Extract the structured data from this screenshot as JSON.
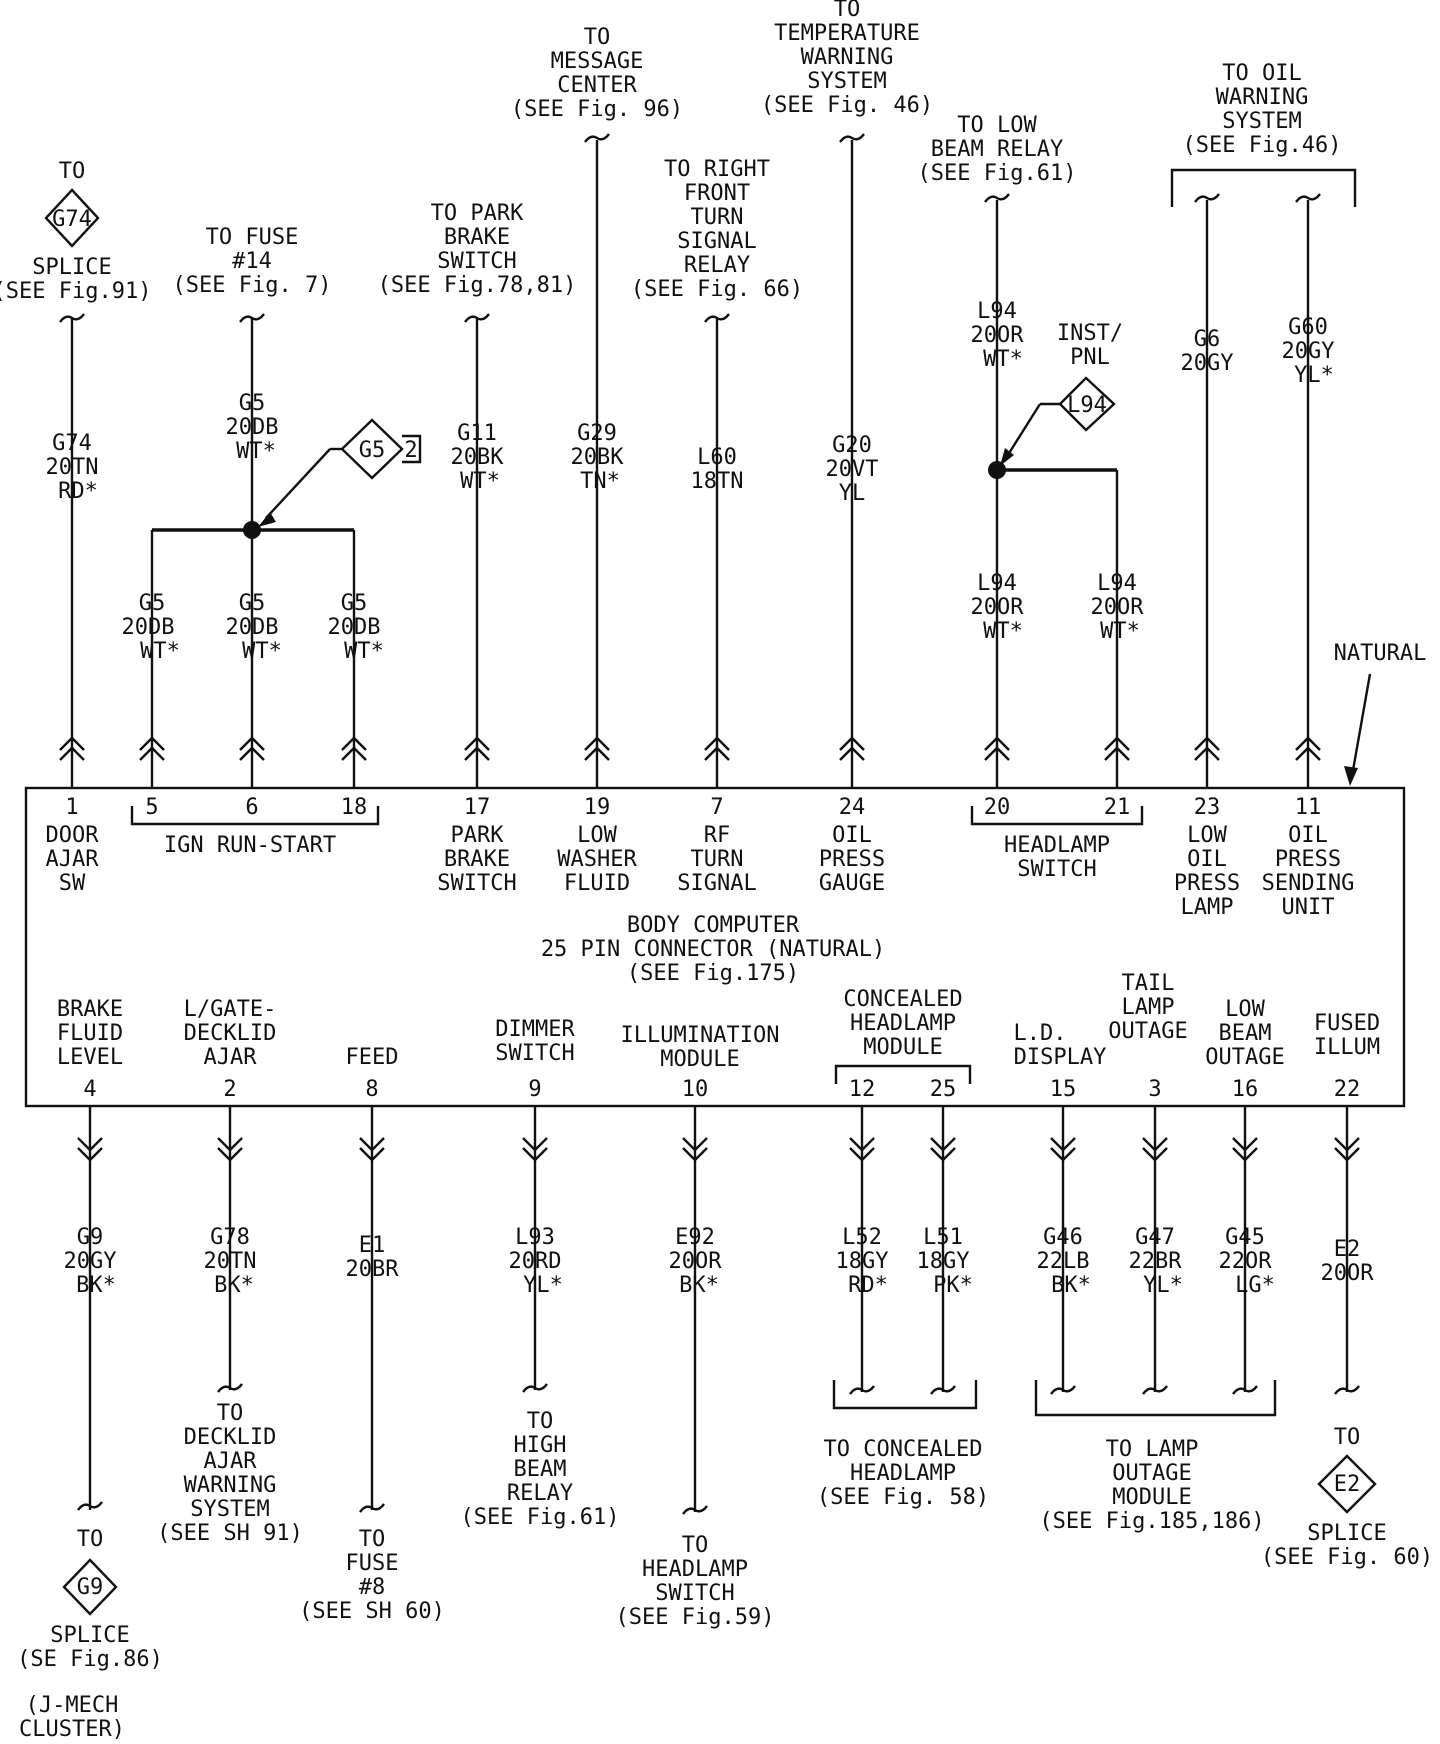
{
  "top_destinations": [
    {
      "id": "g74",
      "lines": [
        "TO"
      ],
      "diamond": "G74",
      "after": [
        "SPLICE",
        "(SEE Fig.91)"
      ]
    },
    {
      "id": "fuse14",
      "lines": [
        "TO FUSE",
        "#14",
        "(SEE Fig. 7)"
      ]
    },
    {
      "id": "park-brake",
      "lines": [
        "TO PARK",
        "BRAKE",
        "SWITCH",
        "(SEE  Fig.78,81)"
      ]
    },
    {
      "id": "message-center",
      "lines": [
        "TO",
        "MESSAGE",
        "CENTER",
        "(SEE Fig. 96)"
      ]
    },
    {
      "id": "rf-turn",
      "lines": [
        "TO RIGHT",
        "FRONT",
        "TURN",
        "SIGNAL",
        "RELAY",
        "(SEE Fig. 66)"
      ]
    },
    {
      "id": "temp-warning",
      "lines": [
        "TO",
        "TEMPERATURE",
        "WARNING",
        "SYSTEM",
        "(SEE Fig. 46)"
      ]
    },
    {
      "id": "low-beam-relay",
      "lines": [
        "TO LOW",
        "BEAM RELAY",
        "(SEE Fig.61)"
      ]
    },
    {
      "id": "oil-warning",
      "lines": [
        "TO OIL",
        "WARNING",
        "SYSTEM",
        "(SEE  Fig.46)"
      ]
    }
  ],
  "top_wires": [
    {
      "id": "g74",
      "lines": [
        "G74",
        "20TN",
        "RD*"
      ]
    },
    {
      "id": "g5-in",
      "lines": [
        "G5",
        "20DB",
        "WT*"
      ]
    },
    {
      "id": "g5-a",
      "lines": [
        "G5",
        "20DB",
        "WT*"
      ]
    },
    {
      "id": "g5-b",
      "lines": [
        "G5",
        "20DB",
        "WT*"
      ]
    },
    {
      "id": "g5-c",
      "lines": [
        "G5",
        "20DB",
        "WT*"
      ]
    },
    {
      "id": "g11",
      "lines": [
        "G11",
        "20BK",
        "WT*"
      ]
    },
    {
      "id": "g29",
      "lines": [
        "G29",
        "20BK",
        "TN*"
      ]
    },
    {
      "id": "l60",
      "lines": [
        "L60",
        "18TN"
      ]
    },
    {
      "id": "g20",
      "lines": [
        "G20",
        "20VT",
        "YL"
      ]
    },
    {
      "id": "l94-in",
      "lines": [
        "L94",
        "20OR",
        "WT*"
      ]
    },
    {
      "id": "l94-a",
      "lines": [
        "L94",
        "20OR",
        "WT*"
      ]
    },
    {
      "id": "l94-b",
      "lines": [
        "L94",
        "20OR",
        "WT*"
      ]
    },
    {
      "id": "g6",
      "lines": [
        "G6",
        "20GY"
      ]
    },
    {
      "id": "g60",
      "lines": [
        "G60",
        "20GY",
        "YL*"
      ]
    }
  ],
  "splice_tags": {
    "g5": {
      "label": "G5",
      "box": "2"
    },
    "l94": {
      "label": "L94",
      "caption": [
        "INST/",
        "PNL"
      ]
    }
  },
  "natural_label": "NATURAL",
  "module": {
    "title_lines": [
      "BODY COMPUTER",
      "25 PIN CONNECTOR (NATURAL)",
      "(SEE  Fig.175)"
    ],
    "top_pins": [
      {
        "num": "1",
        "lines": [
          "DOOR",
          "AJAR",
          "SW"
        ]
      },
      {
        "num": "5",
        "lines": []
      },
      {
        "num": "6",
        "lines": []
      },
      {
        "num": "18",
        "lines": []
      },
      {
        "num": "17",
        "lines": [
          "PARK",
          "BRAKE",
          "SWITCH"
        ]
      },
      {
        "num": "19",
        "lines": [
          "LOW",
          "WASHER",
          "FLUID"
        ]
      },
      {
        "num": "7",
        "lines": [
          "RF",
          "TURN",
          "SIGNAL"
        ]
      },
      {
        "num": "24",
        "lines": [
          "OIL",
          "PRESS",
          "GAUGE"
        ]
      },
      {
        "num": "20",
        "lines": []
      },
      {
        "num": "21",
        "lines": []
      },
      {
        "num": "23",
        "lines": [
          "LOW",
          "OIL",
          "PRESS",
          "LAMP"
        ]
      },
      {
        "num": "11",
        "lines": [
          "OIL",
          "PRESS",
          "SENDING",
          "UNIT"
        ]
      }
    ],
    "ign_group": "IGN RUN-START",
    "headlamp_group": [
      "HEADLAMP",
      "SWITCH"
    ],
    "bottom_pins": [
      {
        "num": "4",
        "lines": [
          "BRAKE",
          "FLUID",
          "LEVEL"
        ]
      },
      {
        "num": "2",
        "lines": [
          "L/GATE-",
          "DECKLID",
          "AJAR"
        ]
      },
      {
        "num": "8",
        "lines": [
          "FEED"
        ]
      },
      {
        "num": "9",
        "lines": [
          "DIMMER",
          "SWITCH"
        ]
      },
      {
        "num": "10",
        "lines": [
          "ILLUMINATION",
          "MODULE"
        ]
      },
      {
        "num": "12",
        "lines": []
      },
      {
        "num": "25",
        "lines": []
      },
      {
        "num": "15",
        "lines": [
          "L.D.",
          "DISPLAY"
        ]
      },
      {
        "num": "3",
        "lines": [
          "TAIL",
          "LAMP",
          "OUTAGE"
        ]
      },
      {
        "num": "16",
        "lines": [
          "LOW",
          "BEAM",
          "OUTAGE"
        ]
      },
      {
        "num": "22",
        "lines": [
          "FUSED",
          "ILLUM"
        ]
      }
    ],
    "concealed_group": [
      "CONCEALED",
      "HEADLAMP",
      "MODULE"
    ]
  },
  "bottom_wires": [
    {
      "id": "g9",
      "lines": [
        "G9",
        "20GY",
        "BK*"
      ]
    },
    {
      "id": "g78",
      "lines": [
        "G78",
        "20TN",
        "BK*"
      ]
    },
    {
      "id": "e1",
      "lines": [
        "E1",
        "20BR"
      ]
    },
    {
      "id": "l93",
      "lines": [
        "L93",
        "20RD",
        "YL*"
      ]
    },
    {
      "id": "e92",
      "lines": [
        "E92",
        "20OR",
        "BK*"
      ]
    },
    {
      "id": "l52",
      "lines": [
        "L52",
        "18GY",
        "RD*"
      ]
    },
    {
      "id": "l51",
      "lines": [
        "L51",
        "18GY",
        "PK*"
      ]
    },
    {
      "id": "g46",
      "lines": [
        "G46",
        "22LB",
        "BK*"
      ]
    },
    {
      "id": "g47",
      "lines": [
        "G47",
        "22BR",
        "YL*"
      ]
    },
    {
      "id": "g45",
      "lines": [
        "G45",
        "22OR",
        "LG*"
      ]
    },
    {
      "id": "e2",
      "lines": [
        "E2",
        "20OR"
      ]
    }
  ],
  "bottom_destinations": [
    {
      "id": "g9",
      "lines": [
        "TO"
      ],
      "diamond": "G9",
      "after": [
        "SPLICE",
        "(SE  Fig.86)",
        "",
        "(J-MECH",
        "CLUSTER)"
      ]
    },
    {
      "id": "decklid",
      "lines": [
        "TO",
        "DECKLID",
        "AJAR",
        "WARNING",
        "SYSTEM",
        "(SEE SH 91)"
      ]
    },
    {
      "id": "fuse8",
      "lines": [
        "TO",
        "FUSE",
        "#8",
        "(SEE SH 60)"
      ]
    },
    {
      "id": "high-beam",
      "lines": [
        "TO",
        "HIGH",
        "BEAM",
        "RELAY",
        "(SEE  Fig.61)"
      ]
    },
    {
      "id": "headlamp-switch",
      "lines": [
        "TO",
        "HEADLAMP",
        "SWITCH",
        "(SEE  Fig.59)"
      ]
    },
    {
      "id": "concealed",
      "lines": [
        "TO CONCEALED",
        "HEADLAMP",
        "(SEE Fig. 58)"
      ]
    },
    {
      "id": "lamp-outage",
      "lines": [
        "TO LAMP",
        "OUTAGE",
        "MODULE",
        "(SEE  Fig.185,186)"
      ]
    },
    {
      "id": "e2",
      "lines": [
        "TO"
      ],
      "diamond": "E2",
      "after": [
        "SPLICE",
        "(SEE  Fig. 60)"
      ]
    }
  ]
}
